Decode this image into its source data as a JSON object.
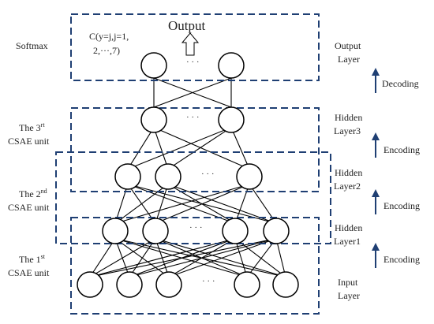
{
  "left_labels": {
    "softmax": "Softmax",
    "unit3": [
      "The 3",
      "rt",
      "CSAE unit"
    ],
    "unit2": [
      "The 2",
      "nd",
      "CSAE unit"
    ],
    "unit1": [
      "The 1",
      "st",
      "CSAE unit"
    ]
  },
  "layer_labels": {
    "output": [
      "Output",
      "Layer"
    ],
    "hidden3": [
      "Hidden",
      "Layer3"
    ],
    "hidden2": [
      "Hidden",
      "Layer2"
    ],
    "hidden1": [
      "Hidden",
      "Layer1"
    ],
    "input": [
      "Input",
      "Layer"
    ]
  },
  "arrow_labels": {
    "decoding": "Decoding",
    "encoding_top": "Encoding",
    "encoding_mid": "Encoding",
    "encoding_bottom": "Encoding"
  },
  "output_title": "Output",
  "formula": [
    "C(y=j,j=1,",
    "2,···,7)"
  ],
  "ellipsis": "· · ·",
  "colors": {
    "dash": "#1f3f73",
    "arrow": "#1f3f73",
    "line": "#000000"
  }
}
